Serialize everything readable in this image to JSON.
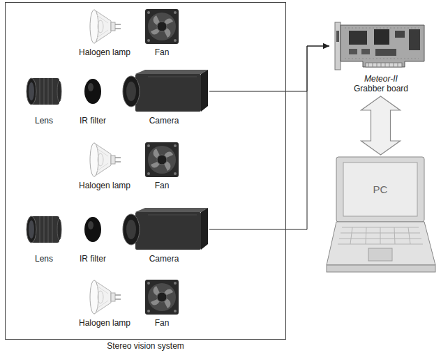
{
  "diagram": {
    "nodes": [
      {
        "text": [
          "Stereo vision system"
        ]
      },
      {
        "text": [
          "Halogen lamp"
        ],
        "in": 0
      },
      {
        "text": [
          "Fan"
        ],
        "in": 0
      },
      {
        "text": [
          "Lens"
        ],
        "in": 0
      },
      {
        "text": [
          "IR filter"
        ],
        "in": 0
      },
      {
        "text": [
          "Camera"
        ],
        "in": 0
      },
      {
        "text": [
          "Halogen lamp"
        ],
        "in": 0
      },
      {
        "text": [
          "Fan"
        ],
        "in": 0
      },
      {
        "text": [
          "Lens"
        ],
        "in": 0
      },
      {
        "text": [
          "IR filter"
        ],
        "in": 0
      },
      {
        "text": [
          "Camera"
        ],
        "in": 0
      },
      {
        "text": [
          "Halogen lamp"
        ],
        "in": 0
      },
      {
        "text": [
          "Fan"
        ],
        "in": 0
      },
      {
        "text": [
          "Meteor-II",
          "Grabber board"
        ]
      },
      {
        "text": [
          "PC"
        ]
      }
    ],
    "edges": [
      {
        "from": 5,
        "to": 13,
        "arrow": "to"
      },
      {
        "from": 10,
        "to": 13,
        "arrow": "to"
      },
      {
        "from": 13,
        "to": 14,
        "arrow": "both"
      }
    ]
  }
}
